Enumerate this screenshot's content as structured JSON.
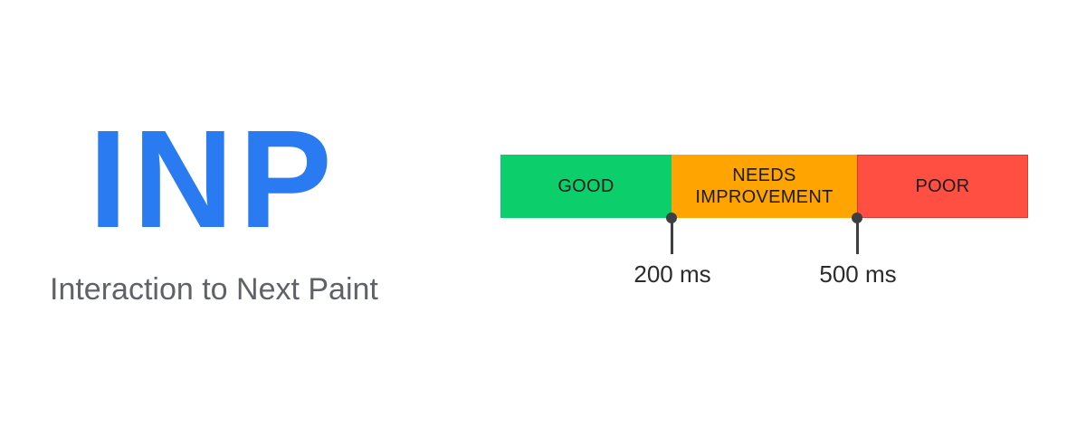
{
  "title": {
    "acronym": "INP",
    "full_name": "Interaction to Next Paint",
    "color": "#2a7bf1"
  },
  "scale": {
    "segments": [
      {
        "label": "GOOD",
        "color": "#0cce6b",
        "range": "0-200 ms"
      },
      {
        "label": "NEEDS IMPROVEMENT",
        "line1": "NEEDS",
        "line2": "IMPROVEMENT",
        "color": "#ffa400",
        "range": "200-500 ms"
      },
      {
        "label": "POOR",
        "color": "#ff4e42",
        "range": ">500 ms"
      }
    ],
    "thresholds": [
      {
        "label": "200 ms",
        "value": 200
      },
      {
        "label": "500 ms",
        "value": 500
      }
    ],
    "marker_color": "#3c4043"
  }
}
